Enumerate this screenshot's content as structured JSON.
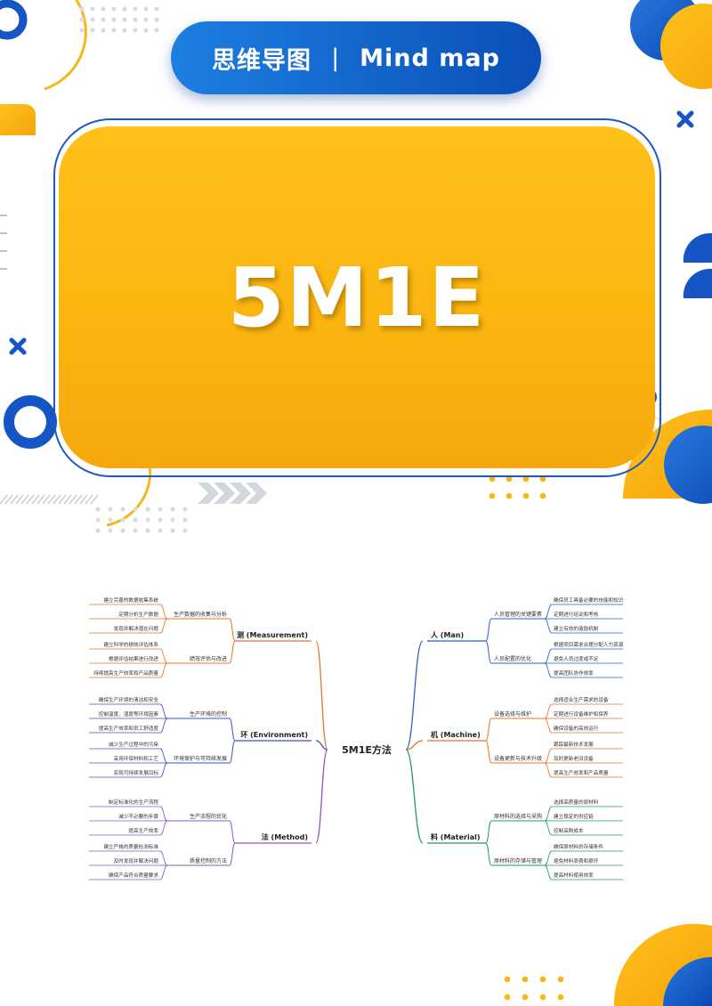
{
  "header": {
    "title_cn": "思维导图",
    "separator": "|",
    "title_en": "Mind map"
  },
  "card": {
    "title": "5M1E"
  },
  "mindmap": {
    "center": "5M1E方法",
    "branches": [
      {
        "label": "测 (Measurement)",
        "color": "#e8742c",
        "groups": [
          {
            "label": "生产数据的收集与分析",
            "items": [
              "建立完善的数据收集系统",
              "定期分析生产数据",
              "发现并解决潜在问题"
            ]
          },
          {
            "label": "绩效评估与改进",
            "items": [
              "建立科学的绩效评估体系",
              "根据评估结果进行改进",
              "持续提高生产效率和产品质量"
            ]
          }
        ]
      },
      {
        "label": "环 (Environment)",
        "color": "#3b52c8",
        "groups": [
          {
            "label": "生产环境的控制",
            "items": [
              "确保生产环境的清洁和安全",
              "控制温度、湿度等环境因素",
              "提高生产效率和员工舒适度"
            ]
          },
          {
            "label": "环境保护与可持续发展",
            "items": [
              "减少生产过程中的污染",
              "采用环保材料和工艺",
              "实现可持续发展目标"
            ]
          }
        ]
      },
      {
        "label": "法 (Method)",
        "color": "#8a55c9",
        "groups": [
          {
            "label": "生产流程的优化",
            "items": [
              "制定标准化的生产流程",
              "减少不必要的步骤",
              "提高生产效率"
            ]
          },
          {
            "label": "质量控制的方法",
            "items": [
              "建立严格的质量检测标准",
              "及时发现并解决问题",
              "确保产品符合质量要求"
            ]
          }
        ]
      },
      {
        "label": "人 (Man)",
        "color": "#2f5ecc",
        "groups": [
          {
            "label": "人员管理的关键要素",
            "items": [
              "确保员工具备必要的技能和知识",
              "定期进行培训和考核",
              "建立有效的激励机制"
            ]
          },
          {
            "label": "人员配置的优化",
            "items": [
              "根据项目需求合理分配人力资源",
              "避免人员过度或不足",
              "提高团队协作效率"
            ]
          }
        ]
      },
      {
        "label": "机 (Machine)",
        "color": "#e8742c",
        "groups": [
          {
            "label": "设备选择与维护",
            "items": [
              "选择适合生产需求的设备",
              "定期进行设备维护和保养",
              "确保设备的高效运行"
            ]
          },
          {
            "label": "设备更新与技术升级",
            "items": [
              "跟踪最新技术发展",
              "及时更新老旧设备",
              "提高生产效率和产品质量"
            ]
          }
        ]
      },
      {
        "label": "料 (Material)",
        "color": "#1f9a6a",
        "groups": [
          {
            "label": "原材料的选择与采购",
            "items": [
              "选择高质量的原材料",
              "建立稳定的供应链",
              "控制采购成本"
            ]
          },
          {
            "label": "原材料的存储与管理",
            "items": [
              "确保原材料的存储条件",
              "避免材料浪费和损坏",
              "提高材料使用效率"
            ]
          }
        ]
      }
    ]
  },
  "colors": {
    "blue": "#1556c4",
    "yellow": "#fbb610",
    "center_text": "#222222"
  },
  "icons": [
    "x-icon",
    "chevron-arrows-icon",
    "dot-grid-icon",
    "ring-icon"
  ]
}
